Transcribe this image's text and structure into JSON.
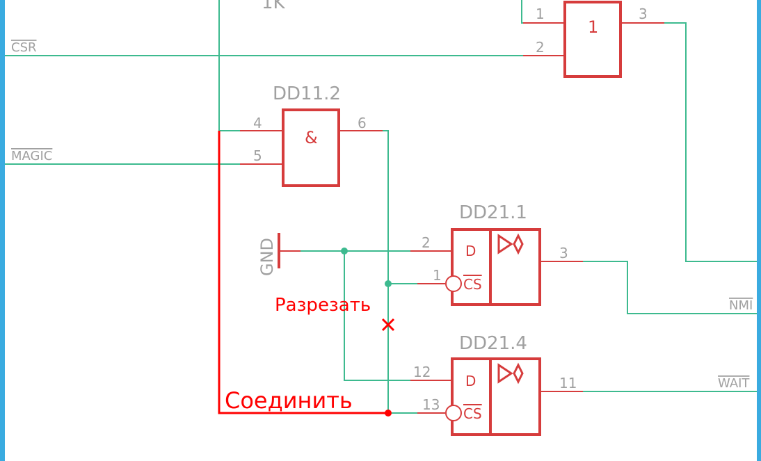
{
  "colors": {
    "wire": "#3dba8f",
    "part": "#d63c3c",
    "label": "#a0a0a0",
    "annotation": "#ff0000",
    "frame": "#3aabe0"
  },
  "resistor_value": "1K",
  "nets": {
    "csr": "CSR",
    "magic": "MAGIC",
    "nmi": "NMI",
    "wait": "WAIT",
    "gnd": "GND"
  },
  "gate_top": {
    "symbol": "1",
    "pins": [
      "1",
      "2",
      "3"
    ]
  },
  "dd11_2": {
    "name": "DD11.2",
    "symbol": "&",
    "pins": [
      "4",
      "5",
      "6"
    ]
  },
  "dd21_1": {
    "name": "DD21.1",
    "d": "D",
    "cs": "CS",
    "pins": [
      "2",
      "1",
      "3"
    ]
  },
  "dd21_4": {
    "name": "DD21.4",
    "d": "D",
    "cs": "CS",
    "pins": [
      "12",
      "13",
      "11"
    ]
  },
  "annotations": {
    "cut": "Разрезать",
    "connect": "Соединить"
  }
}
